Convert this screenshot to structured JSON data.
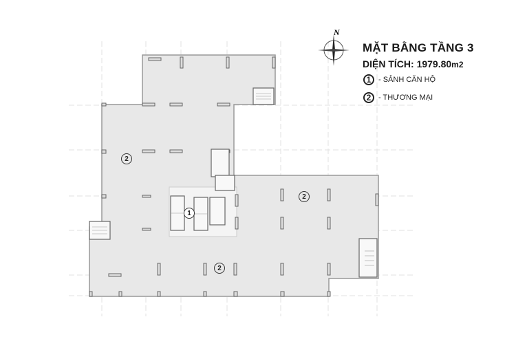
{
  "title": "MẶT BẰNG TẦNG 3",
  "area_label": "DIỆN TÍCH:",
  "area_value": "1979.80",
  "area_unit": "m2",
  "compass": {
    "label": "N"
  },
  "legend": [
    {
      "number": "1",
      "label": "- SẢNH CĂN HỘ"
    },
    {
      "number": "2",
      "label": "- THƯƠNG MẠI"
    }
  ],
  "zones": [
    {
      "id": "commercial-top",
      "number": "2"
    },
    {
      "id": "lobby",
      "number": "1"
    },
    {
      "id": "commercial-right",
      "number": "2"
    },
    {
      "id": "commercial-bottom",
      "number": "2"
    }
  ],
  "colors": {
    "floor_fill": "#e8e8e8",
    "wall": "#777777",
    "grid": "#dddddd",
    "lobby_fill": "#f4f4f4"
  }
}
